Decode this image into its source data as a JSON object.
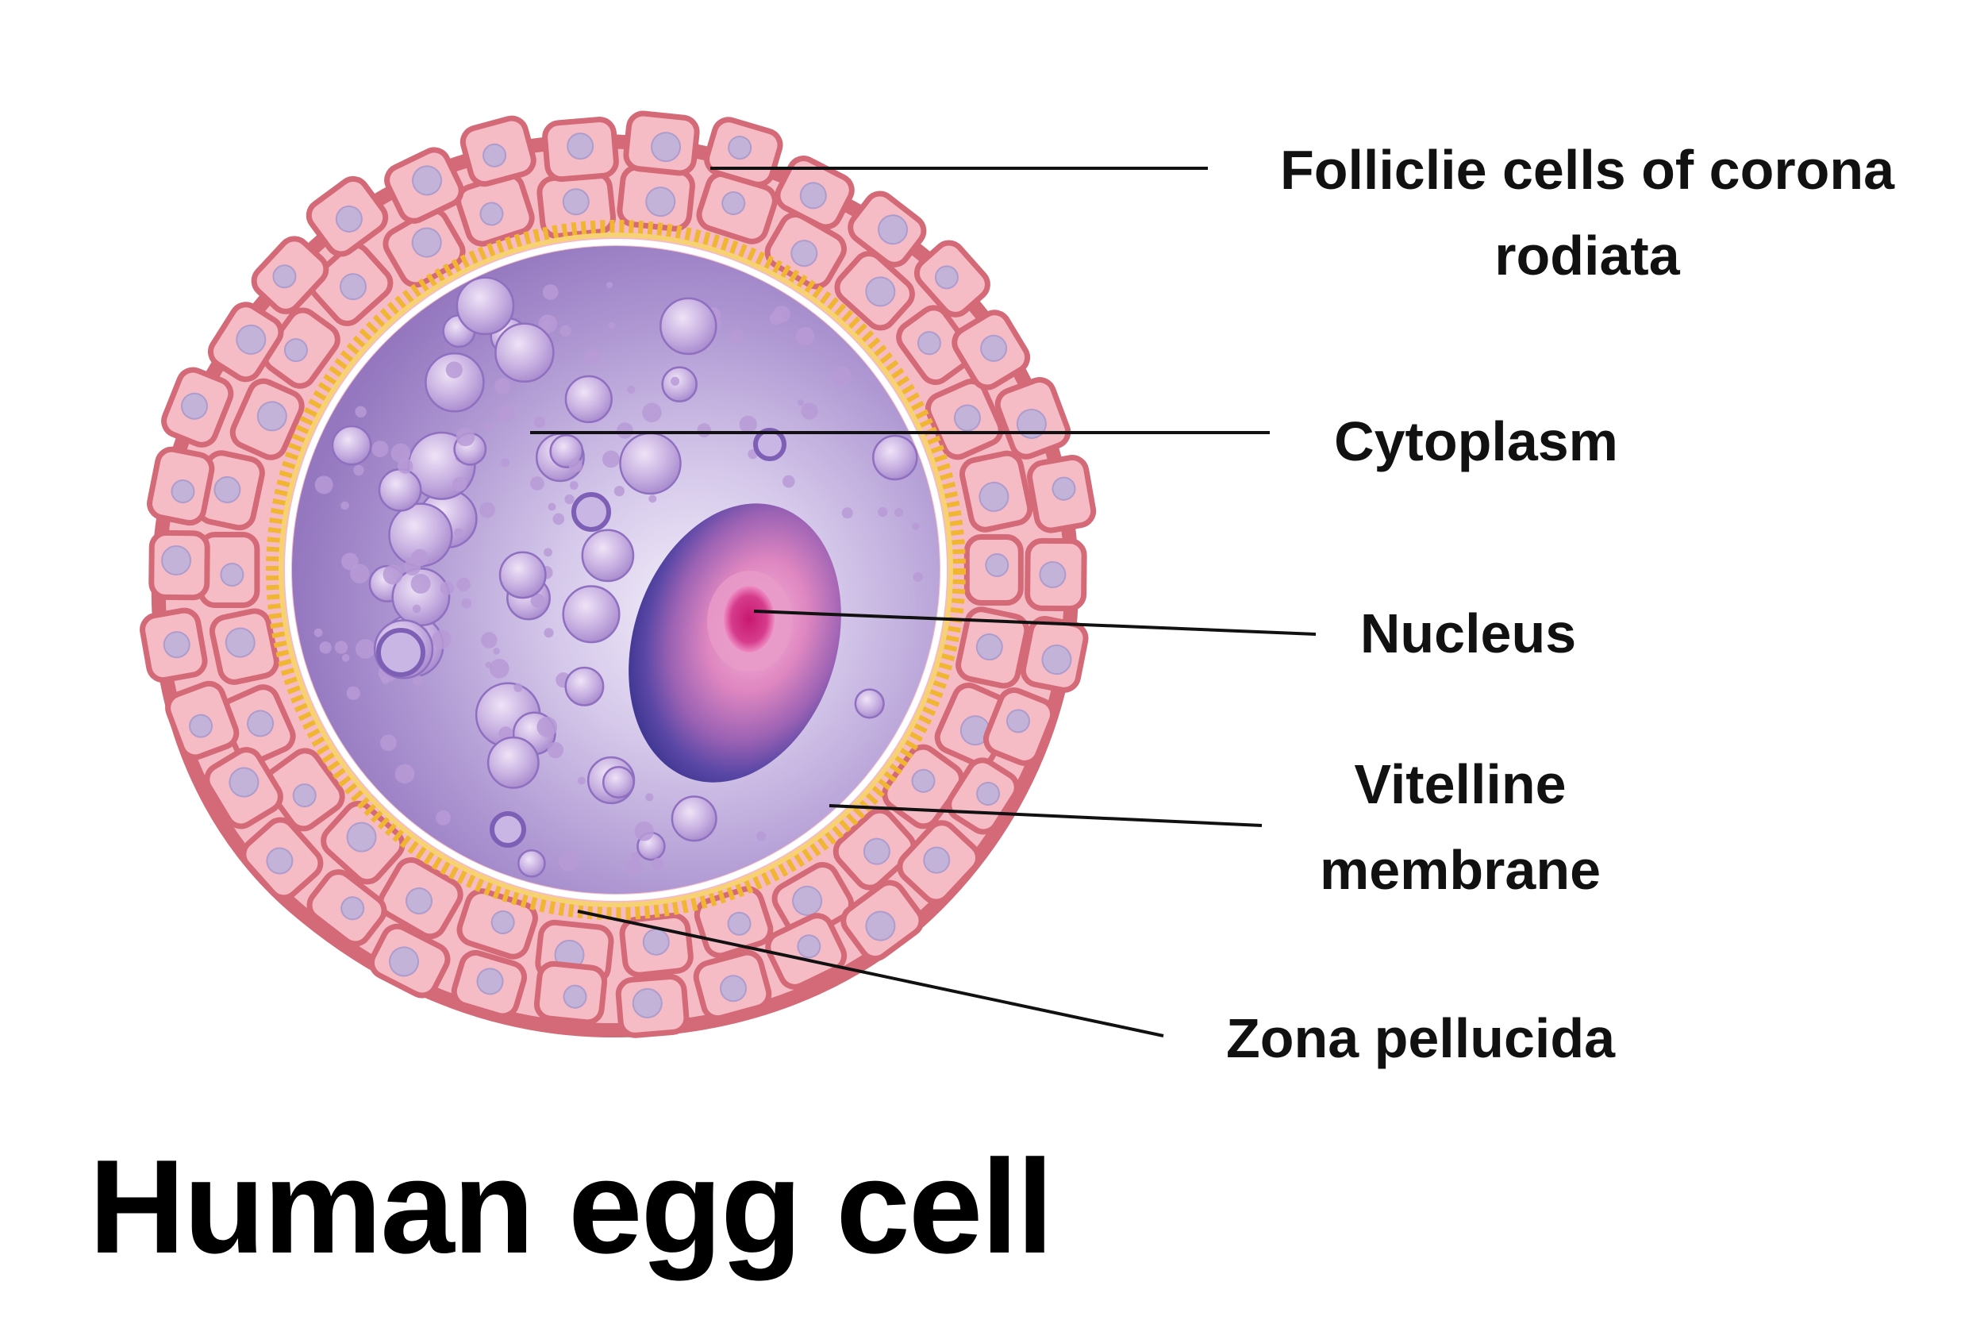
{
  "title": "Human egg cell",
  "labels": {
    "follicle_line1": "Folliclie cells of corona",
    "follicle_line2": "rodiata",
    "cytoplasm": "Cytoplasm",
    "nucleus": "Nucleus",
    "vitelline_line1": "Vitelline",
    "vitelline_line2": "membrane",
    "zona": "Zona pellucida"
  },
  "colors": {
    "follicle_fill": "#f6bcc6",
    "follicle_border": "#d46a78",
    "follicle_nucleus": "#c4b3d8",
    "zona": "#f2bd3c",
    "cytoplasm_light": "#d9cdec",
    "cytoplasm_dark": "#9a80c4",
    "vesicle": "#b79ad6",
    "nucleus_outer": "#4b3d9a",
    "nucleus_inner": "#e58cc0",
    "nucleolus": "#cc2a80",
    "leader_line": "#111111",
    "text": "#111111"
  }
}
